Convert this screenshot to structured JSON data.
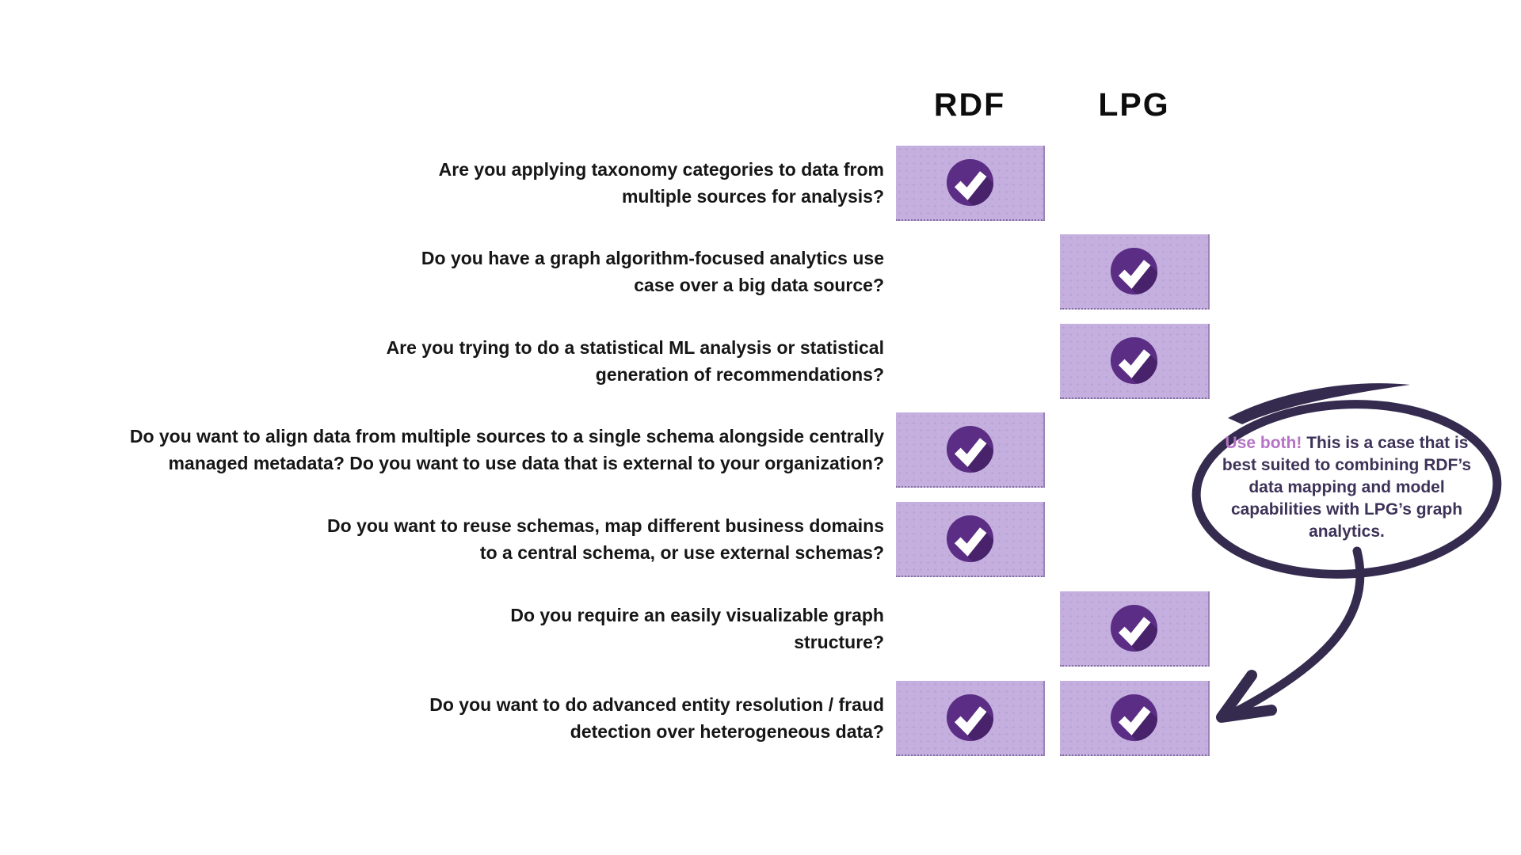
{
  "header": {
    "col1": "RDF",
    "col2": "LPG"
  },
  "rows": [
    {
      "question": "Are you applying taxonomy categories to data from\nmultiple sources for analysis?",
      "rdf": true,
      "lpg": false
    },
    {
      "question": "Do you have a graph algorithm-focused analytics use\ncase over a big data source?",
      "rdf": false,
      "lpg": true
    },
    {
      "question": "Are you trying to do a statistical ML analysis or statistical\ngeneration of recommendations?",
      "rdf": false,
      "lpg": true
    },
    {
      "question": "Do you want to align data from multiple sources to a single schema alongside centrally\nmanaged metadata? Do you want to use data that is external to your organization?",
      "rdf": true,
      "lpg": false
    },
    {
      "question": "Do you want to reuse schemas, map different business domains\nto a central schema, or use external schemas?",
      "rdf": true,
      "lpg": false
    },
    {
      "question": "Do you require an easily visualizable graph\nstructure?",
      "rdf": false,
      "lpg": true
    },
    {
      "question": "Do you want to do advanced entity resolution / fraud\ndetection over heterogeneous data?",
      "rdf": true,
      "lpg": true
    }
  ],
  "callout": {
    "lead": "Use both!",
    "rest": "This is a case that is best suited to combining RDF’s data mapping and model capabilities with LPG’s graph analytics."
  },
  "icons": {
    "check": "check-icon",
    "arrow": "curved-arrow-icon",
    "bubble": "hand-drawn-ellipse"
  },
  "colors": {
    "cell_background": "#c4afdf",
    "check_circle": "#5b2d84",
    "check_shadow": "#48226a",
    "check_mark": "#ffffff",
    "ink": "#342b4e",
    "callout_lead": "#b673c7",
    "callout_text": "#3d3258",
    "question_text": "#161616"
  }
}
